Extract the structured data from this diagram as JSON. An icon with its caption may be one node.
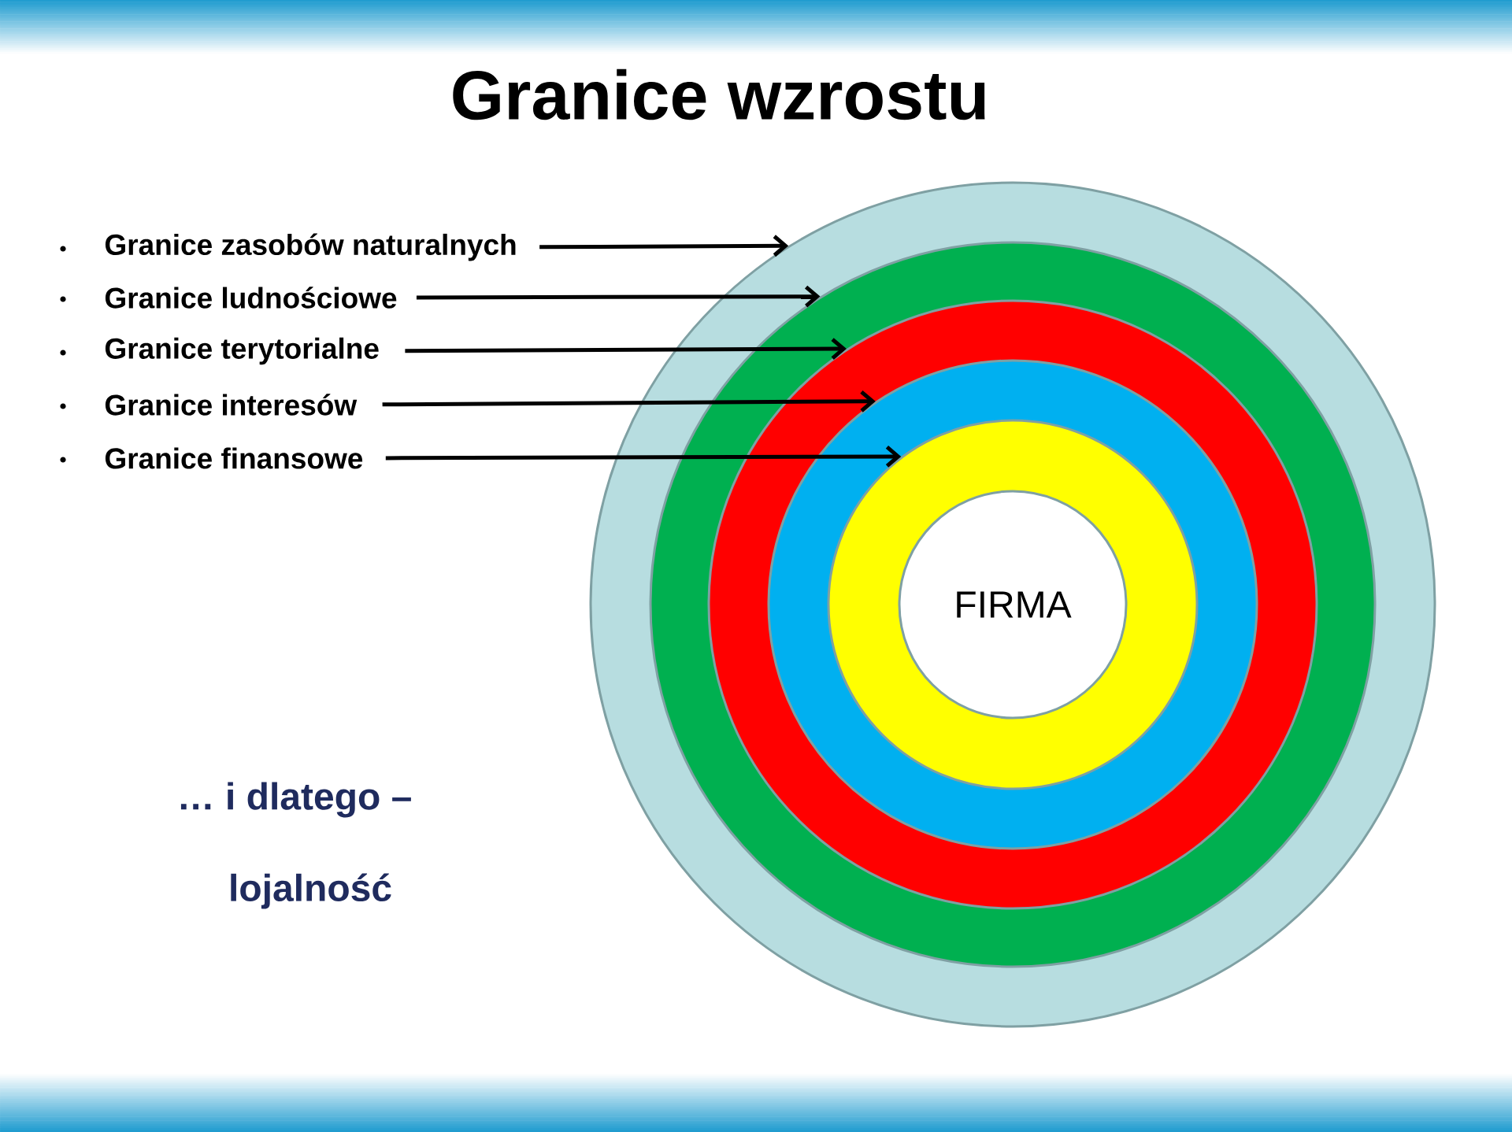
{
  "diagram": {
    "title": "Granice wzrostu",
    "nodes": [
      {
        "text": [
          "Granice zasobów naturalnych"
        ]
      },
      {
        "text": [
          "Granice ludnościowe"
        ]
      },
      {
        "text": [
          "Granice terytorialne"
        ]
      },
      {
        "text": [
          "Granice interesów"
        ]
      },
      {
        "text": [
          "Granice finansowe"
        ]
      },
      {
        "text": [],
        "shape": "circle"
      },
      {
        "text": [],
        "shape": "circle",
        "in": 5
      },
      {
        "text": [],
        "shape": "circle",
        "in": 6
      },
      {
        "text": [],
        "shape": "circle",
        "in": 7
      },
      {
        "text": [],
        "shape": "circle",
        "in": 8
      },
      {
        "text": [
          "FIRMA"
        ],
        "in": 9
      }
    ],
    "edges": [
      {
        "from": 0,
        "to": 5,
        "arrow": "to"
      },
      {
        "from": 1,
        "to": 6,
        "arrow": "to"
      },
      {
        "from": 2,
        "to": 7,
        "arrow": "to"
      },
      {
        "from": 3,
        "to": 8,
        "arrow": "to"
      },
      {
        "from": 4,
        "to": 9,
        "arrow": "to"
      }
    ],
    "labels": [
      "… i dlatego –",
      "lojalność"
    ]
  }
}
